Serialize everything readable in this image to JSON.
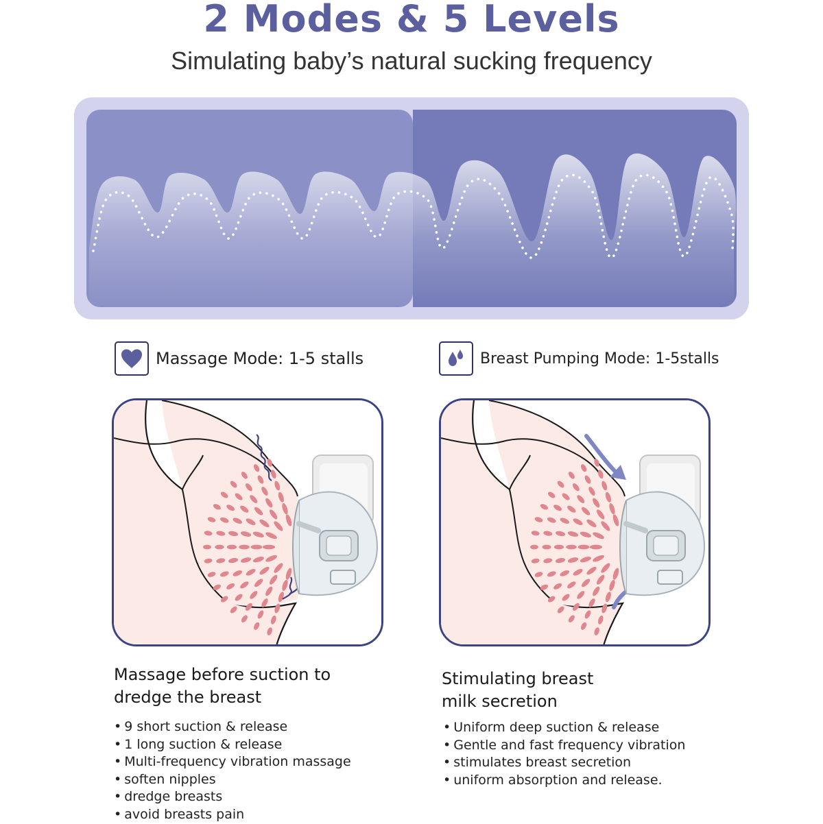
{
  "title": "2 Modes & 5 Levels",
  "subtitle": "Simulating baby’s natural sucking frequency",
  "colors": {
    "accent": "#5b5f9e",
    "panel_left": "#8b90c6",
    "panel_right": "#747bb8",
    "skin": "#fbeae6",
    "gland": "#e0868e",
    "frame": "#3c4383"
  },
  "modes": {
    "massage": {
      "icon": "heart-icon",
      "label": "Massage Mode: 1-5 stalls",
      "heading_line1": "Massage before suction to",
      "heading_line2": "dredge the breast",
      "bullets": [
        "9 short suction & release",
        "1 long suction & release",
        "Multi-frequency vibration massage",
        "soften nipples",
        "dredge breasts",
        "avoid breasts pain"
      ]
    },
    "pumping": {
      "icon": "drops-icon",
      "label": "Breast Pumping Mode: 1-5stalls",
      "heading_line1": "Stimulating breast",
      "heading_line2": "milk secretion",
      "bullets": [
        "Uniform deep suction & release",
        "Gentle and fast frequency vibration",
        "stimulates breast secretion",
        "uniform absorption and release."
      ]
    }
  }
}
